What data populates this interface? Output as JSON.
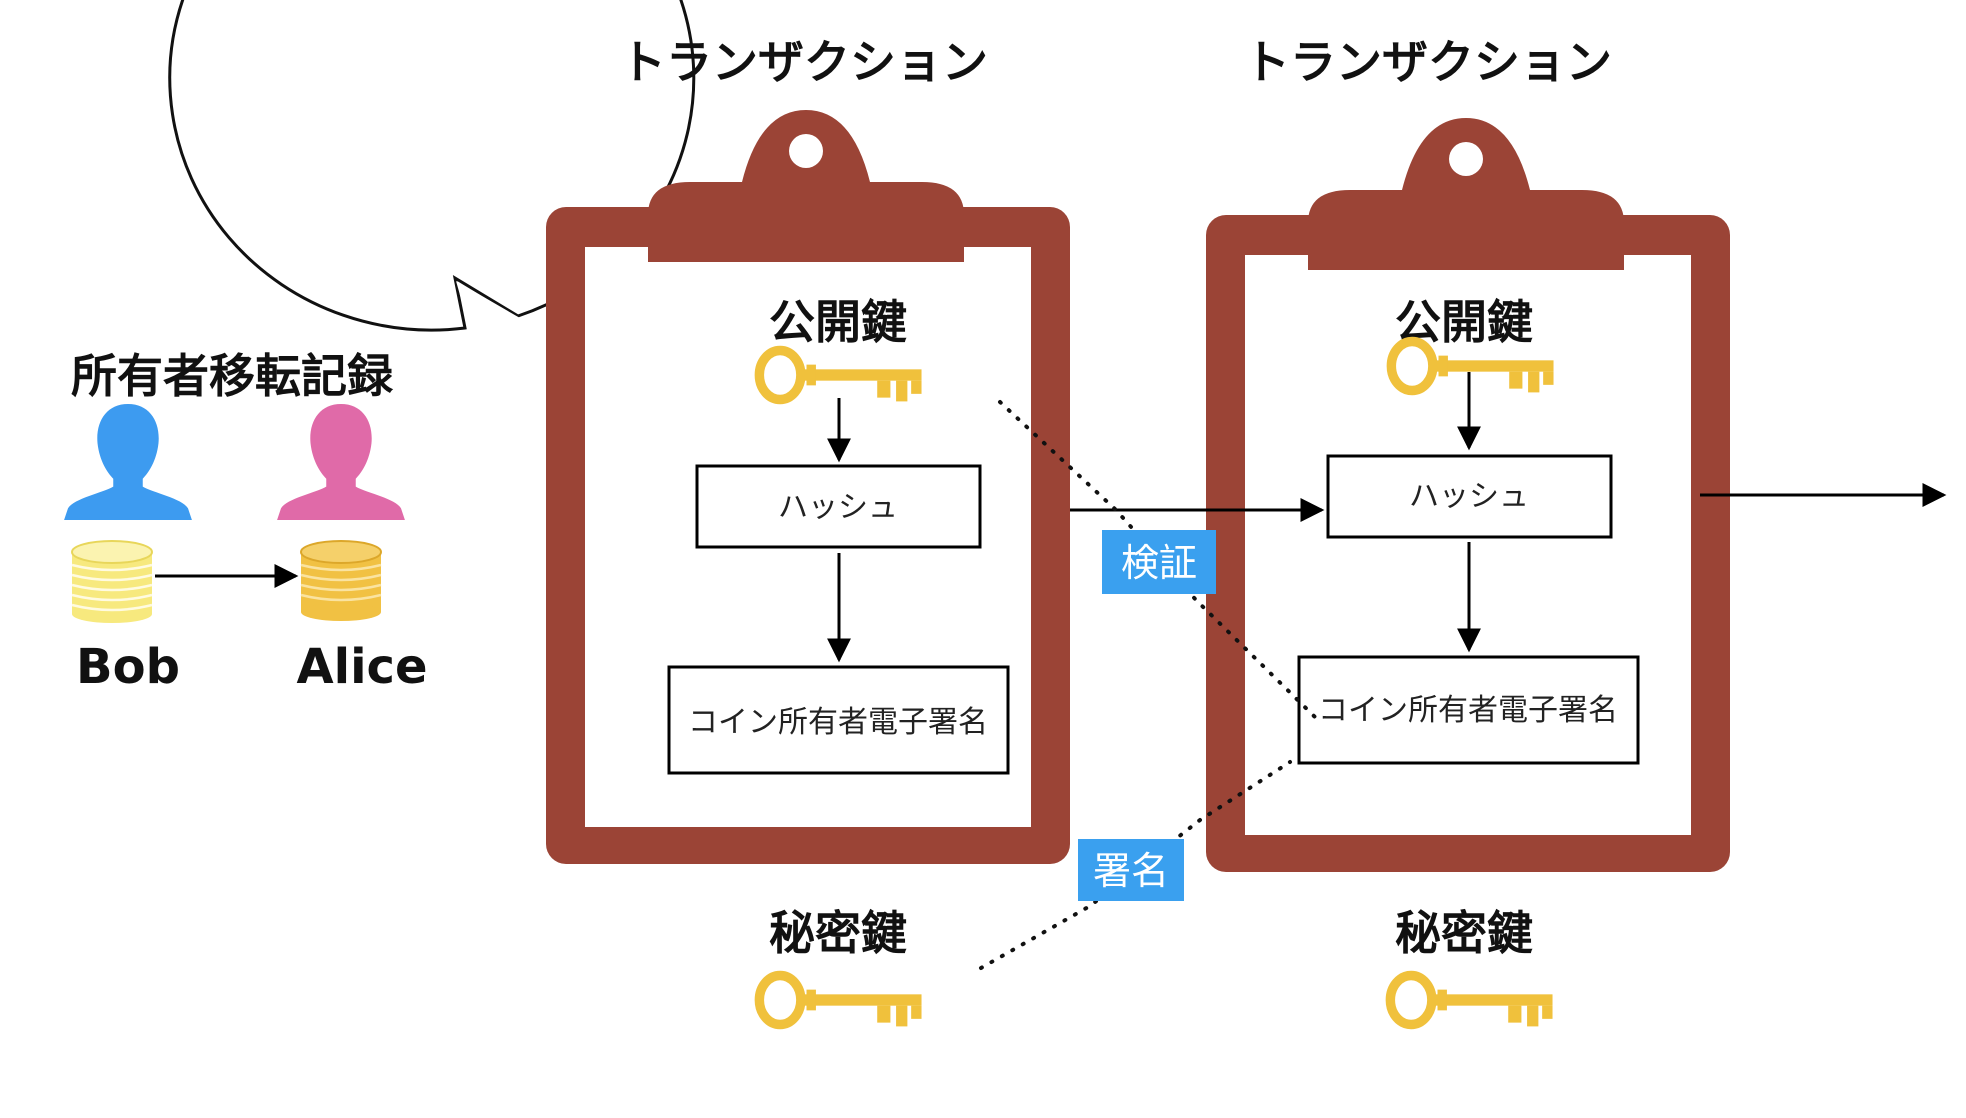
{
  "speech_bubble": {
    "title": "所有者移転記録",
    "from_label": "Bob",
    "to_label": "Alice"
  },
  "transactions": [
    {
      "title": "トランザクション",
      "public_key_label": "公開鍵",
      "hash_label": "ハッシュ",
      "signature_label": "コイン所有者電子署名",
      "private_key_label": "秘密鍵"
    },
    {
      "title": "トランザクション",
      "public_key_label": "公開鍵",
      "hash_label": "ハッシュ",
      "signature_label": "コイン所有者電子署名",
      "private_key_label": "秘密鍵"
    }
  ],
  "annotations": {
    "verify": "検証",
    "sign": "署名"
  },
  "colors": {
    "clipboard": "#9b4436",
    "key": "#f0c13c",
    "bob": "#3d9bf0",
    "alice": "#e06aa8",
    "coin_light": "#f7e97e",
    "coin_dark": "#f1c143",
    "tag": "#3aa0ef"
  },
  "icons": [
    "key-icon",
    "clipboard-icon",
    "person-icon",
    "coin-stack-icon",
    "arrow-icon"
  ]
}
